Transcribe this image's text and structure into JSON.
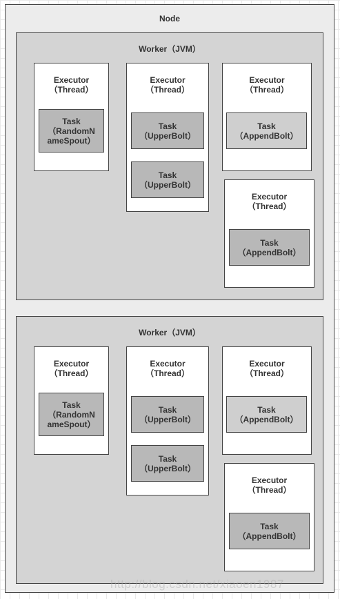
{
  "node": {
    "label": "Node"
  },
  "workers": [
    {
      "label": "Worker（JVM）",
      "executors": [
        {
          "label": "Executor\n（Thread）",
          "tasks": [
            {
              "label": "Task\n（RandomN\nameSpout）"
            }
          ]
        },
        {
          "label": "Executor\n（Thread）",
          "tasks": [
            {
              "label": "Task\n（UpperBolt）"
            },
            {
              "label": "Task\n（UpperBolt）"
            }
          ]
        },
        {
          "label": "Executor\n（Thread）",
          "tasks": [
            {
              "label": "Task\n（AppendBolt）"
            }
          ]
        },
        {
          "label": "Executor\n（Thread）",
          "tasks": [
            {
              "label": "Task\n（AppendBolt）"
            }
          ]
        }
      ]
    },
    {
      "label": "Worker（JVM）",
      "executors": [
        {
          "label": "Executor\n（Thread）",
          "tasks": [
            {
              "label": "Task\n（RandomN\nameSpout）"
            }
          ]
        },
        {
          "label": "Executor\n（Thread）",
          "tasks": [
            {
              "label": "Task\n（UpperBolt）"
            },
            {
              "label": "Task\n（UpperBolt）"
            }
          ]
        },
        {
          "label": "Executor\n（Thread）",
          "tasks": [
            {
              "label": "Task\n（AppendBolt）"
            }
          ]
        },
        {
          "label": "Executor\n（Thread）",
          "tasks": [
            {
              "label": "Task\n（AppendBolt）"
            }
          ]
        }
      ]
    }
  ],
  "watermark": "http://blog.csdn.net/xiaoen1987"
}
